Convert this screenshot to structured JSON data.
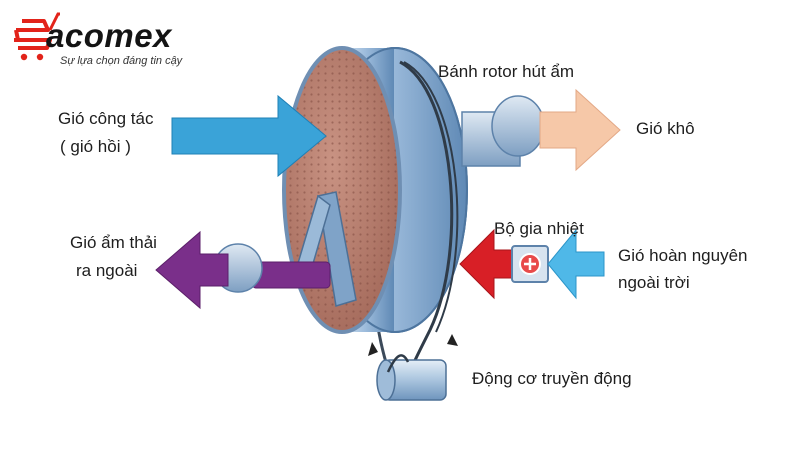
{
  "logo": {
    "brand": "acomex",
    "tagline": "Sự lựa chọn đáng tin cậy",
    "accent_color": "#e2231a"
  },
  "labels": {
    "rotor": "Bánh rotor hút ẩm",
    "process_air_line1": "Gió công tác",
    "process_air_line2": "( gió hồi )",
    "dry_air": "Gió khô",
    "heater": "Bộ gia nhiệt",
    "wet_air_line1": "Gió ẩm thải",
    "wet_air_line2": "ra ngoài",
    "regen_air_line1": "Gió hoàn nguyên",
    "regen_air_line2": "ngoài trời",
    "motor": "Động cơ truyền động"
  },
  "colors": {
    "process_arrow": "#3aa3d8",
    "dry_air_arrow": "#f6c8a8",
    "wet_air_arrow": "#7a2f8a",
    "heated_arrow": "#d81f26",
    "regen_arrow": "#4fb8e8",
    "rotor_face": "#b97f6f",
    "rotor_rim": "#8fb4d8"
  }
}
